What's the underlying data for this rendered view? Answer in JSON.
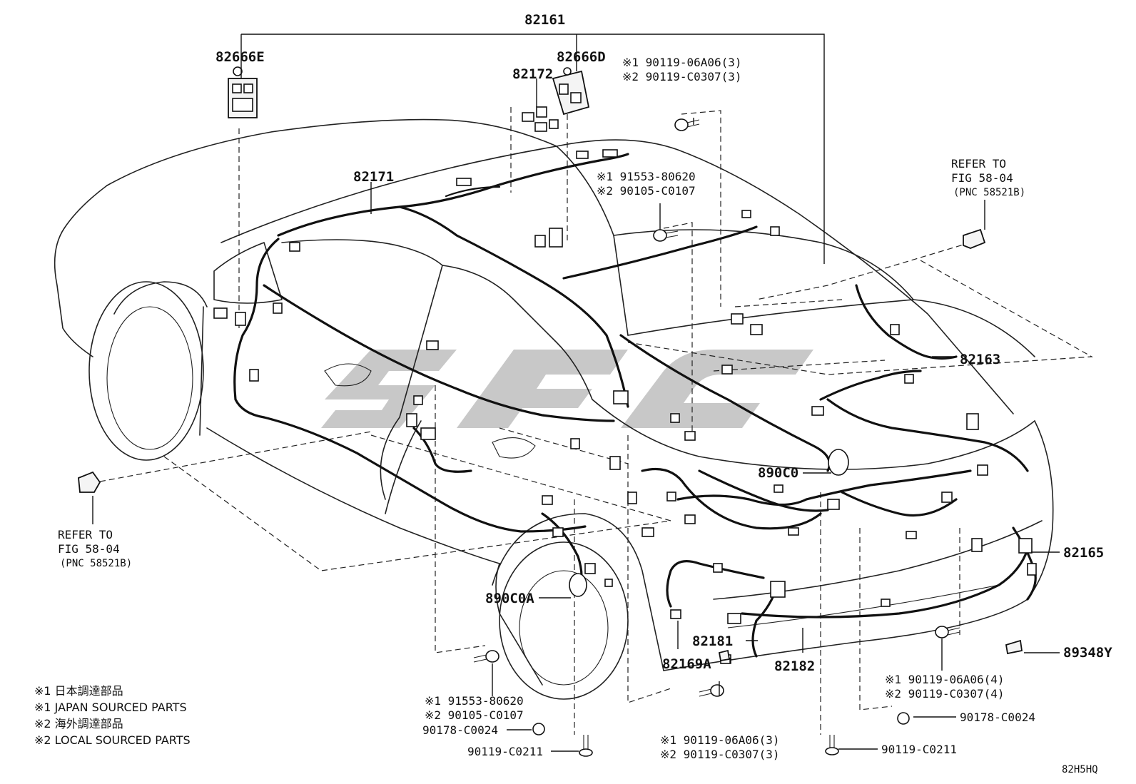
{
  "diagram": {
    "code": "82H5HQ",
    "watermark": "sfc",
    "labels": {
      "p82161": "82161",
      "p82666E": "82666E",
      "p82666D": "82666D",
      "p82172": "82172",
      "p82171": "82171",
      "p82163": "82163",
      "p890C0": "890C0",
      "p82165": "82165",
      "p890C0A": "890C0A",
      "p82181": "82181",
      "p82169A": "82169A",
      "p82182": "82182",
      "p89348Y": "89348Y"
    },
    "bolt_top": {
      "l1": "※1 90119-06A06(3)",
      "l2": "※2 90119-C0307(3)"
    },
    "bolt_mid": {
      "l1": "※1 91553-80620",
      "l2": "※2 90105-C0107"
    },
    "bolt_low_left": {
      "l1": "※1 91553-80620",
      "l2": "※2 90105-C0107"
    },
    "bolt_low_center": {
      "l1": "※1 90119-06A06(3)",
      "l2": "※2 90119-C0307(3)"
    },
    "bolt_low_right": {
      "l1": "※1 90119-06A06(4)",
      "l2": "※2 90119-C0307(4)"
    },
    "clip_left": "90178-C0024",
    "clip_right": "90178-C0024",
    "screw_left": "90119-C0211",
    "screw_right": "90119-C0211",
    "refer_left": {
      "l1": "REFER TO",
      "l2": "FIG 58-04",
      "l3": "(PNC 58521B)"
    },
    "refer_right": {
      "l1": "REFER TO",
      "l2": "FIG 58-04",
      "l3": "(PNC 58521B)"
    },
    "legend": [
      "※1 日本調達部品",
      "※1 JAPAN SOURCED PARTS",
      "※2 海外調達部品",
      "※2 LOCAL SOURCED PARTS"
    ]
  }
}
